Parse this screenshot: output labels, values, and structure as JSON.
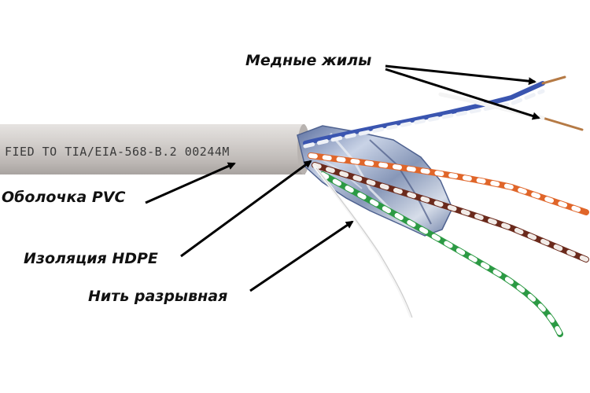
{
  "labels": {
    "copper": "Медные жилы",
    "pvc": "Оболочка PVC",
    "hdpe": "Изоляция HDPE",
    "thread": "Нить разрывная"
  },
  "jacket_print": "FIED TO TIA/EIA-568-B.2 00244M",
  "colors": {
    "jacket": "#cfcbc8",
    "foil": "#9aa9c2",
    "pair_orange": "#e0662a",
    "pair_brown": "#6b2a1c",
    "pair_green": "#2c9a44",
    "pair_blue": "#3a55b0",
    "copper": "#b57a45",
    "arrow": "#000000"
  }
}
